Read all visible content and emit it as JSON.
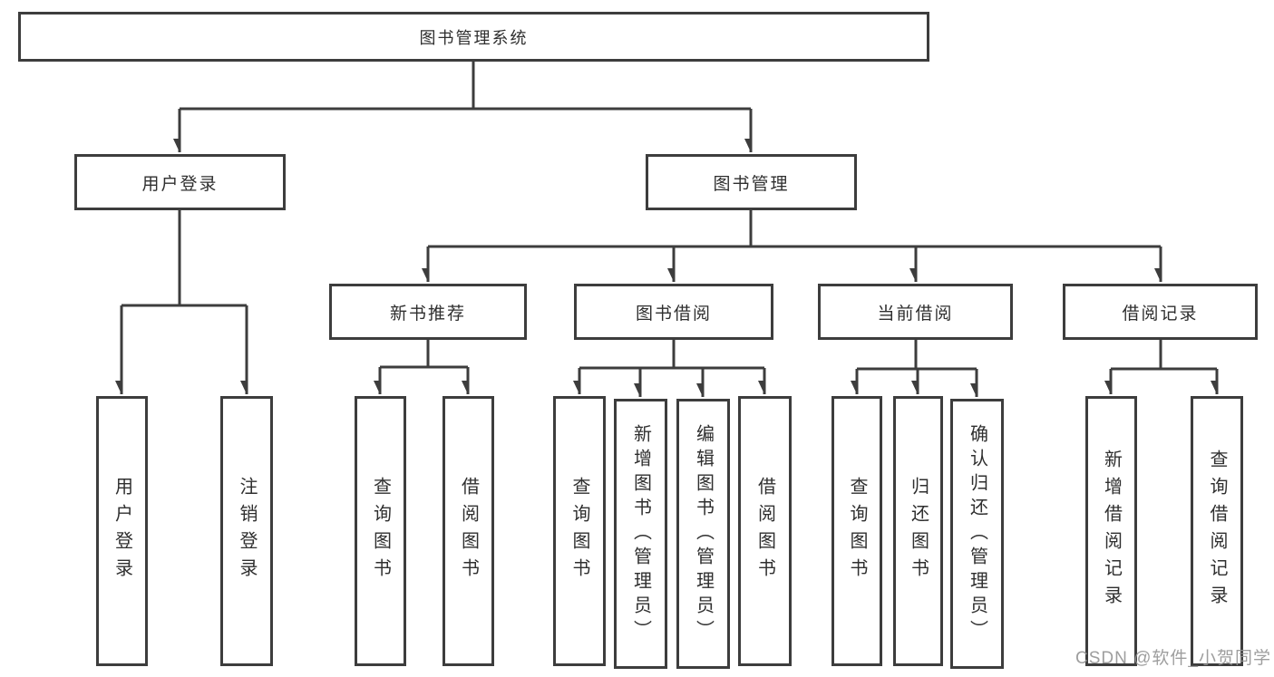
{
  "tree": {
    "root": {
      "label": "图书管理系统"
    },
    "branches": [
      {
        "label": "用户登录",
        "children": [
          "用户登录",
          "注销登录"
        ]
      },
      {
        "label": "图书管理",
        "sections": [
          {
            "label": "新书推荐",
            "children": [
              "查询图书",
              "借阅图书"
            ]
          },
          {
            "label": "图书借阅",
            "children": [
              "查询图书",
              "新增图书（管理员）",
              "编辑图书（管理员）",
              "借阅图书"
            ]
          },
          {
            "label": "当前借阅",
            "children": [
              "查询图书",
              "归还图书",
              "确认归还（管理员）"
            ]
          },
          {
            "label": "借阅记录",
            "children": [
              "新增借阅记录",
              "查询借阅记录"
            ]
          }
        ]
      }
    ]
  },
  "watermark": {
    "text": "CSDN @软件_小贺同学"
  },
  "colors": {
    "line": "#3d3d3d",
    "box_border": "#3d3d3d",
    "text": "#2f2f2f",
    "watermark": "#949494",
    "background": "#ffffff"
  }
}
